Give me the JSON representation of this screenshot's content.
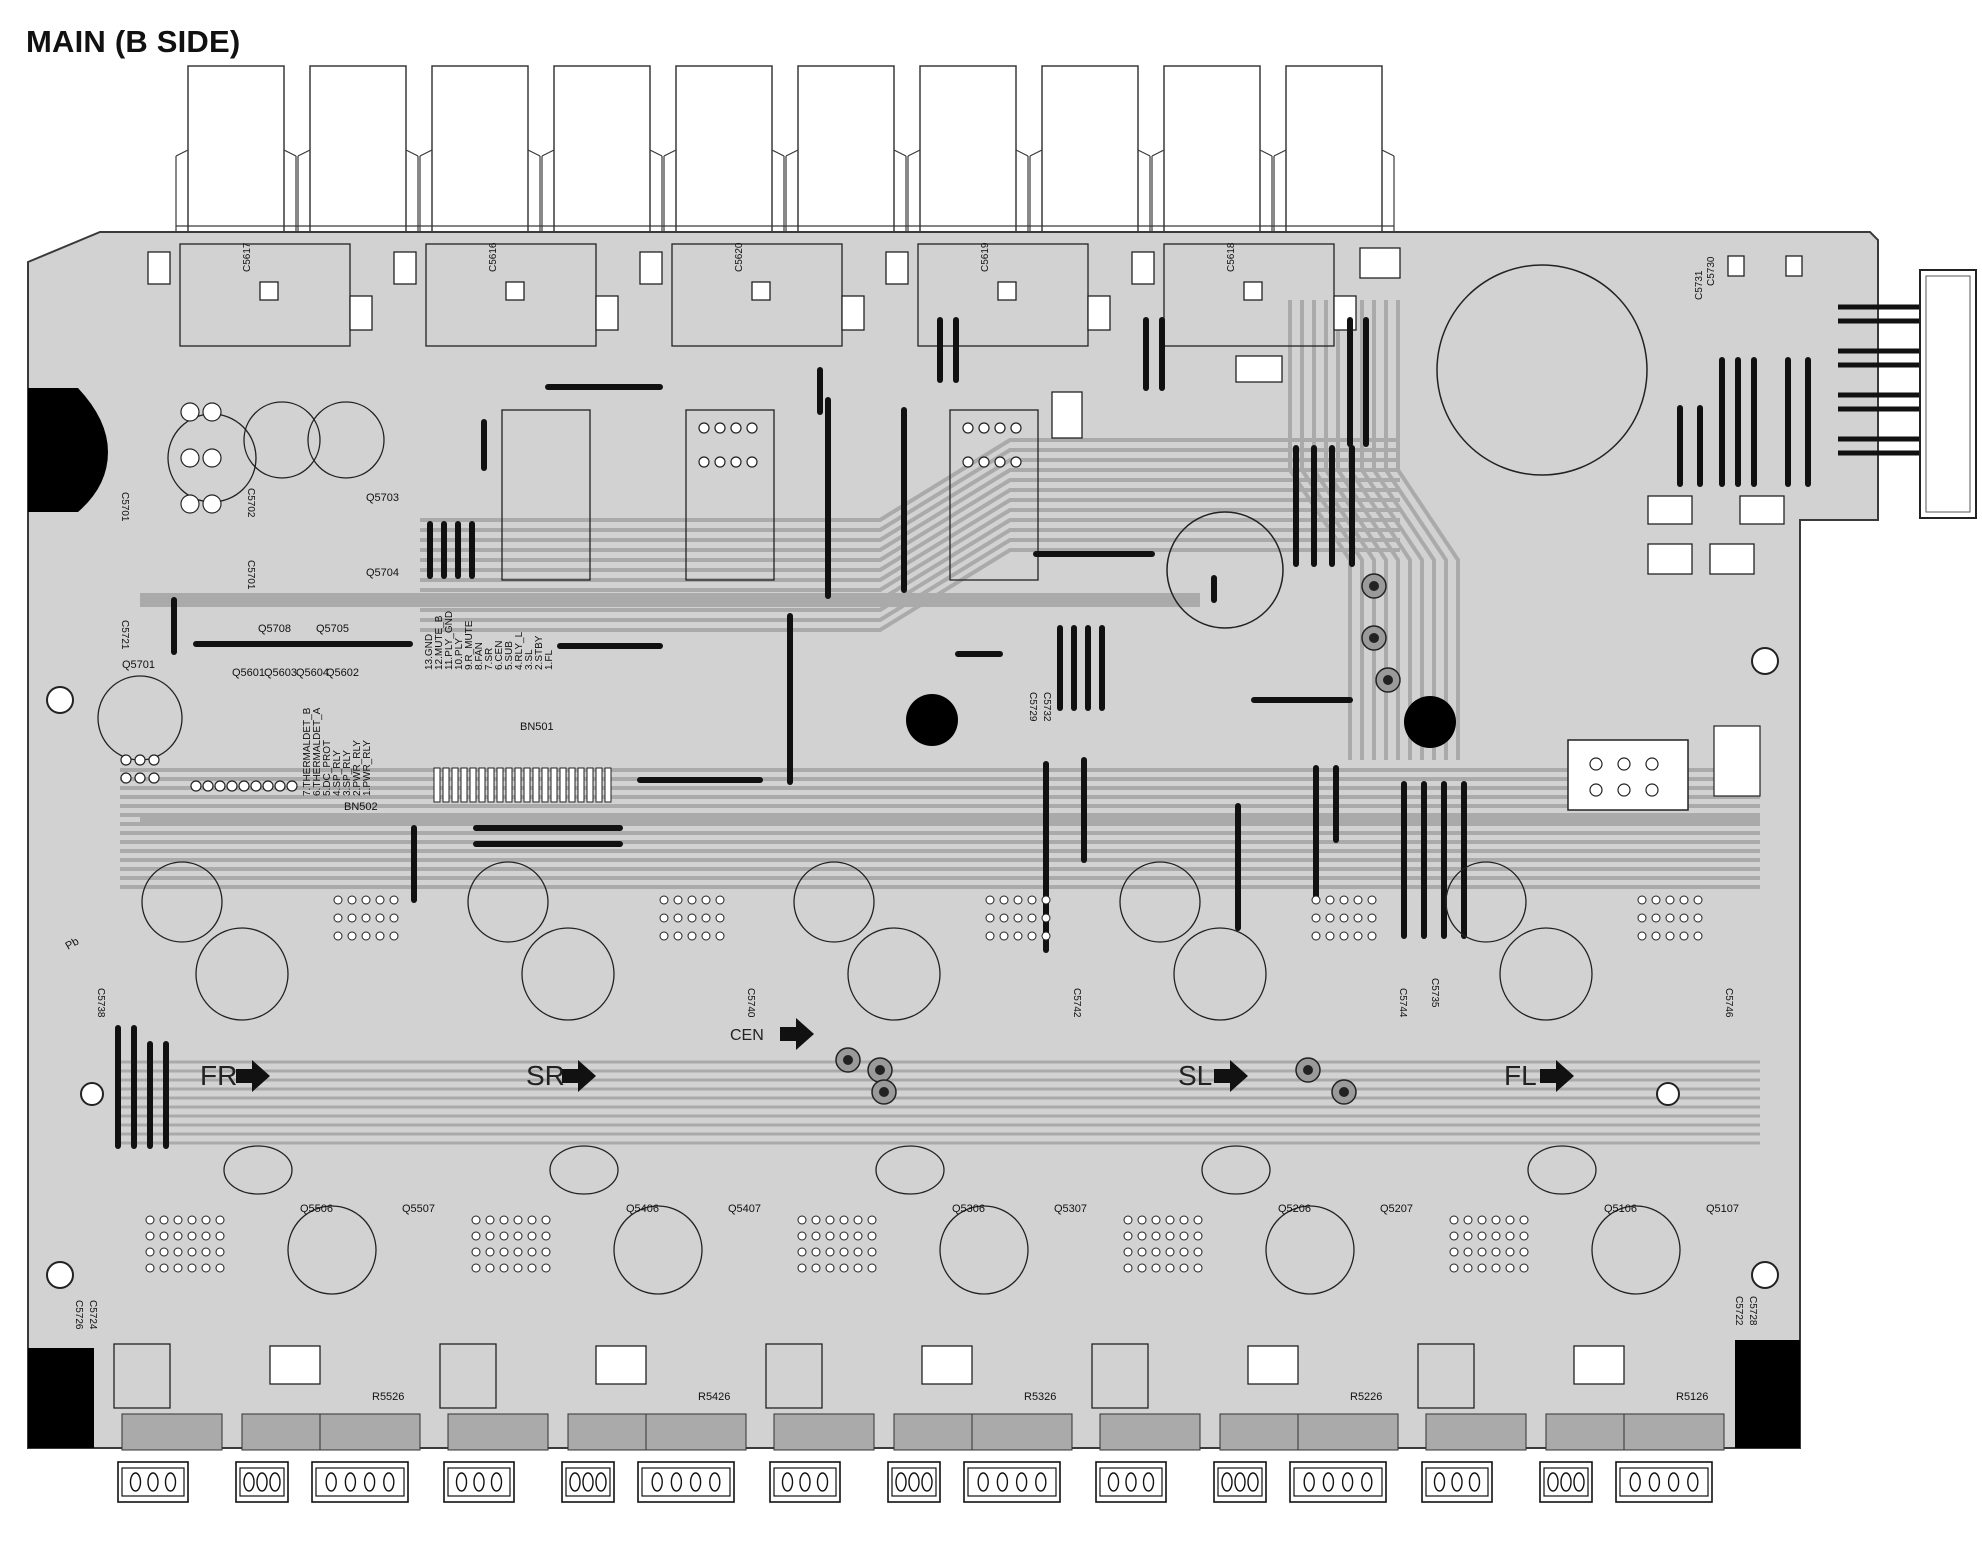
{
  "title": "MAIN (B SIDE)",
  "colors": {
    "board_fill": "#cfcfcf",
    "trace": "#aaaaaa",
    "line": "#3a3a3a",
    "jumper": "#111111",
    "pad": "#ffffff",
    "text": "#111111"
  },
  "top_labels": {
    "caps": [
      "C5617",
      "C5616",
      "C5620",
      "C5619",
      "C5618"
    ],
    "c5730": "C5730",
    "c5731": "C5731"
  },
  "left_labels": {
    "q5703": "Q5703",
    "q5704": "Q5704",
    "q5708": "Q5708",
    "q5705": "Q5705",
    "q5701": "Q5701",
    "q5601": "Q5601",
    "q5603": "Q5603",
    "q5604": "Q5604",
    "q5602": "Q5602",
    "c5702": "C5702",
    "c5701": "C5701",
    "c5701b": "C5701",
    "c5721": "C5721"
  },
  "connectors": {
    "bn501": {
      "name": "BN501",
      "pins": [
        "13.GND",
        "12.MUTE_B",
        "11.PLY_GND",
        "10.PLY",
        "9.R_MUTE",
        "8.FAN",
        "7.SR",
        "6.CEN",
        "5.SUB",
        "4.RLY_L",
        "3.SL",
        "2.STBY",
        "1.FL"
      ]
    },
    "bn502": {
      "name": "BN502",
      "pins": [
        "7.THERMALDET_B",
        "6.THERMALDET_A",
        "5.DC_PROT",
        "4.SP_RLY",
        "3.SP_RLY",
        "2.PWR_RLY",
        "1.PWR_RLY"
      ]
    }
  },
  "channels": [
    {
      "label": "FR",
      "q_a": "Q5506",
      "q_b": "Q5507",
      "resistor": "R5526",
      "cap": "C5738"
    },
    {
      "label": "SR",
      "q_a": "Q5406",
      "q_b": "Q5407",
      "resistor": "R5426",
      "cap": "C5740"
    },
    {
      "label": "CEN",
      "q_a": "Q5306",
      "q_b": "Q5307",
      "resistor": "R5326",
      "cap": "C5742"
    },
    {
      "label": "SL",
      "q_a": "Q5206",
      "q_b": "Q5207",
      "resistor": "R5226",
      "cap": "C5744"
    },
    {
      "label": "FL",
      "q_a": "Q5106",
      "q_b": "Q5107",
      "resistor": "R5126",
      "cap": "C5746"
    }
  ],
  "side_caps": {
    "left": [
      "C5726",
      "C5724"
    ],
    "right": [
      "C5722",
      "C5728"
    ],
    "center_a": "C5729",
    "center_b": "C5732",
    "mid": "C5735"
  },
  "marks": {
    "pb_mark": "Pb"
  }
}
